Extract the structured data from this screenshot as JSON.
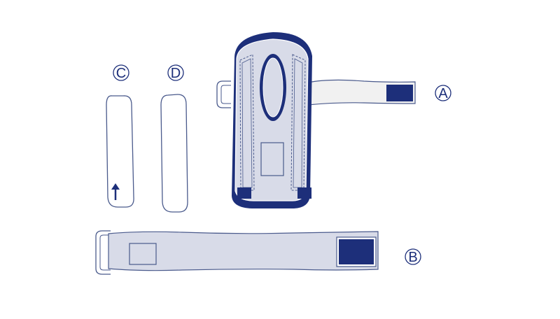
{
  "colors": {
    "navy": "#1d2f7a",
    "outline": "#4a5a8c",
    "fabric": "#d8dbe8",
    "strap": "#f1f1f1",
    "white": "#ffffff"
  },
  "parts": {
    "brace_body": {
      "label": "A"
    },
    "strap": {
      "label": "B"
    },
    "stay_c": {
      "label": "C"
    },
    "stay_d": {
      "label": "D"
    }
  }
}
